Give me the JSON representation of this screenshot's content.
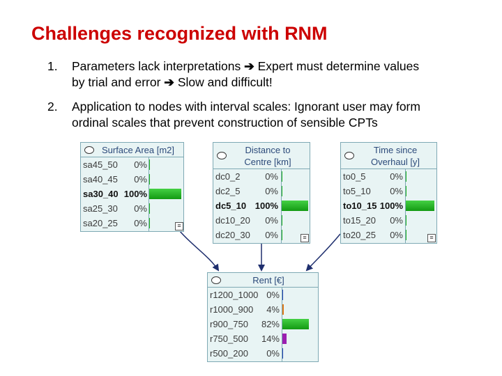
{
  "slide": {
    "title": "Challenges recognized with RNM",
    "bullets": [
      {
        "num": "1.",
        "line1_a": "Parameters lack interpretations ",
        "line1_b": " Expert must determine values",
        "line2_a": "by trial and error ",
        "line2_b": " Slow and difficult!"
      },
      {
        "num": "2.",
        "line1": "Application to nodes with interval scales: Ignorant user may form",
        "line2": "ordinal scales that prevent construction of sensible CPTs"
      }
    ],
    "arrow_glyph": "➔"
  },
  "colors": {
    "title": "#cc0000",
    "node_bg": "#e8f4f4",
    "node_border": "#7ea9b4",
    "bar_green": "#22b422",
    "bar_orange": "#e07a1a",
    "bar_purple": "#9b1fb0",
    "edge": "#1f2f6e"
  },
  "nodes": {
    "surface_area": {
      "name": "Surface Area [m2]",
      "states": [
        {
          "label": "sa45_50",
          "pct": "0%",
          "value": 0,
          "selected": false
        },
        {
          "label": "sa40_45",
          "pct": "0%",
          "value": 0,
          "selected": false
        },
        {
          "label": "sa30_40",
          "pct": "100%",
          "value": 100,
          "selected": true
        },
        {
          "label": "sa25_30",
          "pct": "0%",
          "value": 0,
          "selected": false
        },
        {
          "label": "sa20_25",
          "pct": "0%",
          "value": 0,
          "selected": false
        }
      ]
    },
    "distance": {
      "name_l1": "Distance to",
      "name_l2": "Centre [km]",
      "states": [
        {
          "label": "dc0_2",
          "pct": "0%",
          "value": 0,
          "selected": false
        },
        {
          "label": "dc2_5",
          "pct": "0%",
          "value": 0,
          "selected": false
        },
        {
          "label": "dc5_10",
          "pct": "100%",
          "value": 100,
          "selected": true
        },
        {
          "label": "dc10_20",
          "pct": "0%",
          "value": 0,
          "selected": false
        },
        {
          "label": "dc20_30",
          "pct": "0%",
          "value": 0,
          "selected": false
        }
      ]
    },
    "time_overhaul": {
      "name_l1": "Time since",
      "name_l2": "Overhaul [y]",
      "states": [
        {
          "label": "to0_5",
          "pct": "0%",
          "value": 0,
          "selected": false
        },
        {
          "label": "to5_10",
          "pct": "0%",
          "value": 0,
          "selected": false
        },
        {
          "label": "to10_15",
          "pct": "100%",
          "value": 100,
          "selected": true
        },
        {
          "label": "to15_20",
          "pct": "0%",
          "value": 0,
          "selected": false
        },
        {
          "label": "to20_25",
          "pct": "0%",
          "value": 0,
          "selected": false
        }
      ]
    },
    "rent": {
      "name": "Rent [€]",
      "states": [
        {
          "label": "r1200_1000",
          "pct": "0%",
          "value": 0,
          "selected": false,
          "color": "#1f3fb0"
        },
        {
          "label": "r1000_900",
          "pct": "4%",
          "value": 4,
          "selected": false,
          "color": "#e07a1a"
        },
        {
          "label": "r900_750",
          "pct": "82%",
          "value": 82,
          "selected": false,
          "color": "#22b422"
        },
        {
          "label": "r750_500",
          "pct": "14%",
          "value": 14,
          "selected": false,
          "color": "#9b1fb0"
        },
        {
          "label": "r500_200",
          "pct": "0%",
          "value": 0,
          "selected": false,
          "color": "#1f3fb0"
        }
      ]
    }
  }
}
